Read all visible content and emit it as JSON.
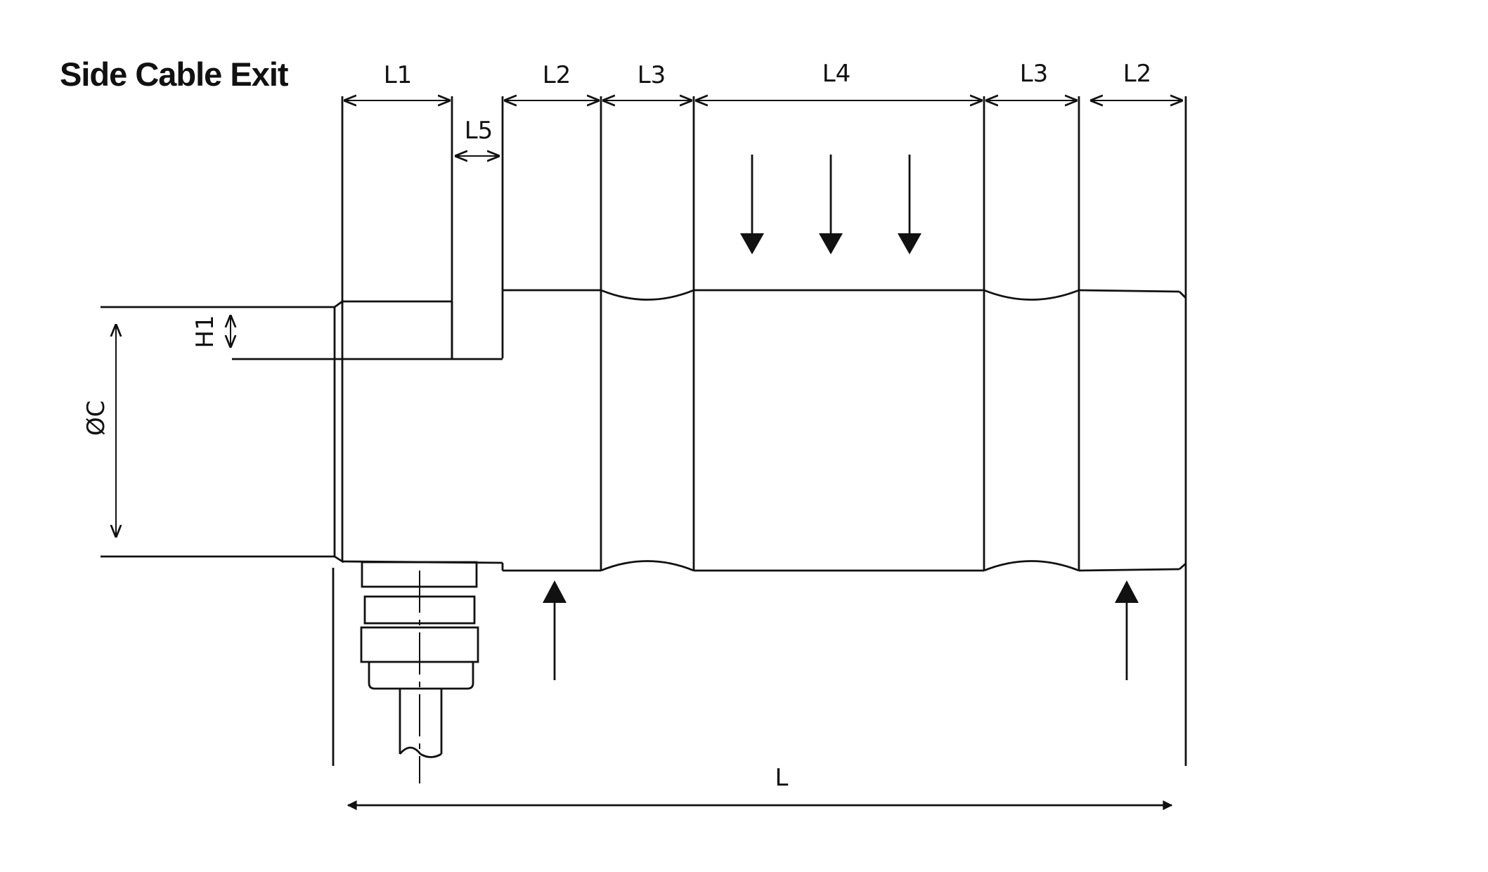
{
  "title": "Side Cable Exit",
  "labels": {
    "L1": "L1",
    "L2_left": "L2",
    "L3_left": "L3",
    "L4": "L4",
    "L3_right": "L3",
    "L2_right": "L2",
    "L5": "L5",
    "H1": "H1",
    "diameter": "ØC",
    "overall_length": "L"
  },
  "colors": {
    "ink": "#111111",
    "background": "#ffffff"
  },
  "load_arrows": {
    "downward_count": 3,
    "upward_count": 2
  }
}
